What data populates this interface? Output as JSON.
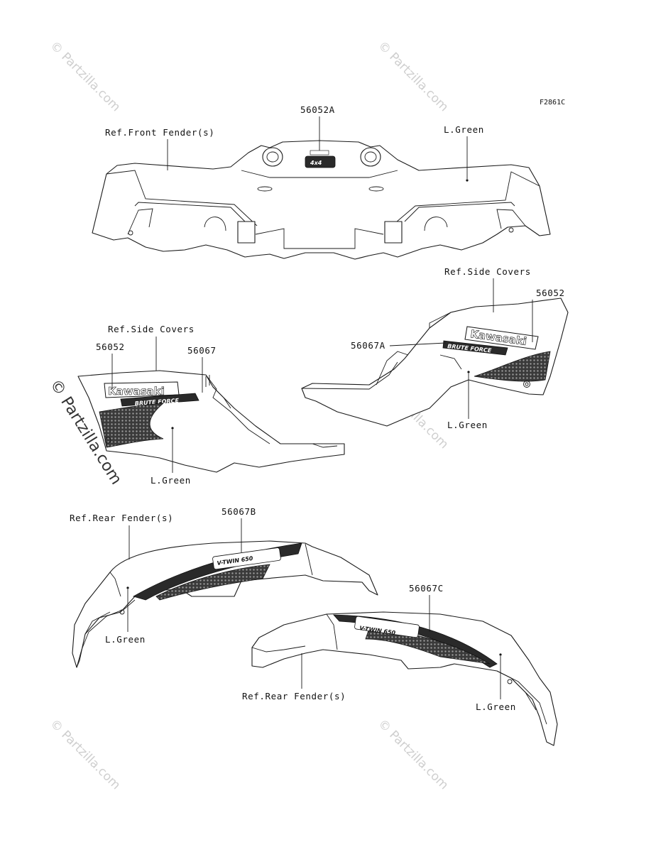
{
  "figure_code": "F2861C",
  "labels": {
    "part_56052A": "56052A",
    "ref_front_fender": "Ref.Front Fender(s)",
    "green_front": "L.Green",
    "ref_side_covers_right": "Ref.Side Covers",
    "part_56052_right": "56052",
    "part_56067A": "56067A",
    "green_side_right": "L.Green",
    "ref_side_covers_left": "Ref.Side Covers",
    "part_56052_left": "56052",
    "part_56067": "56067",
    "green_side_left": "L.Green",
    "ref_rear_fender_left": "Ref.Rear Fender(s)",
    "part_56067B": "56067B",
    "green_rear_left": "L.Green",
    "part_56067C": "56067C",
    "ref_rear_fender_right": "Ref.Rear Fender(s)",
    "green_rear_right": "L.Green"
  },
  "decals": {
    "brand": "Kawasaki",
    "model": "BRUTE FORCE",
    "engine": "V-TWIN 650",
    "badge": "4x4"
  },
  "watermarks": {
    "text": "© Partzilla.com",
    "feature_text": "© Partzilla.com"
  }
}
